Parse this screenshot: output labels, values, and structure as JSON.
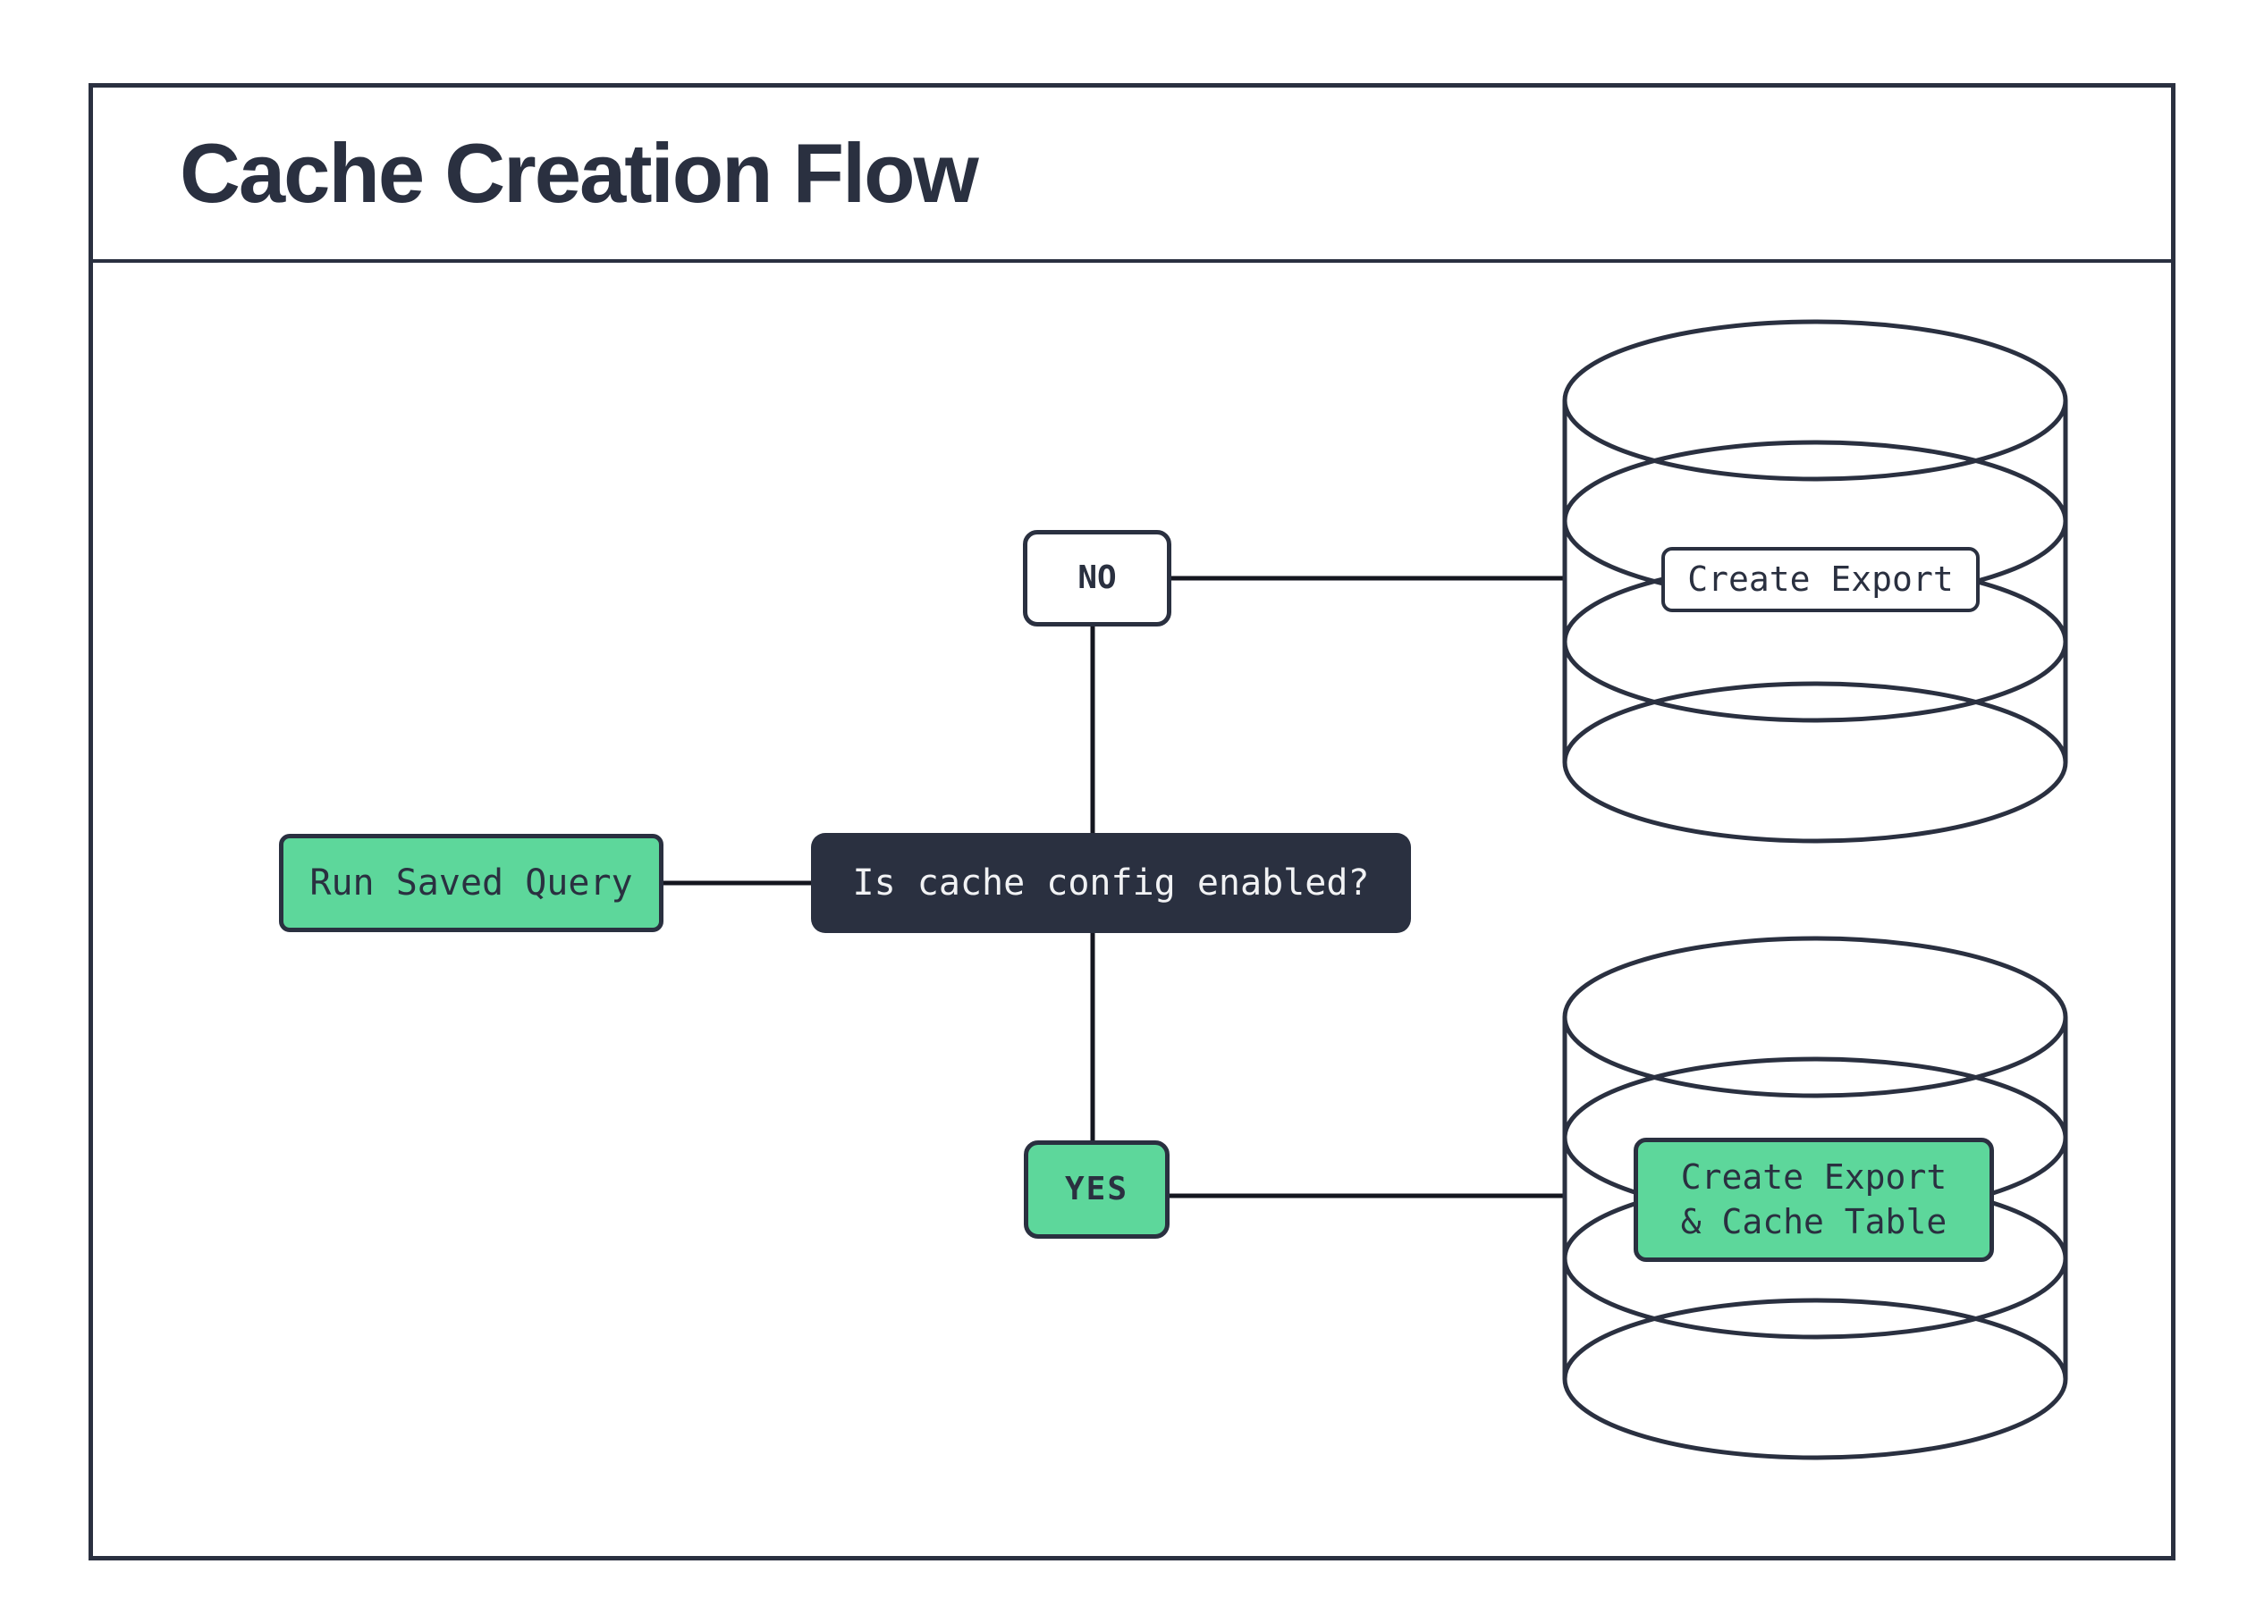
{
  "header": {
    "title": "Cache Creation Flow"
  },
  "colors": {
    "ink": "#2a3040",
    "green": "#5dd79b",
    "paper": "#ffffff",
    "decision_text": "#f1f2f4"
  },
  "flowchart": {
    "nodes": {
      "start": {
        "label": "Run Saved Query"
      },
      "decision": {
        "label": "Is cache config enabled?"
      },
      "branch_no": {
        "label": "NO"
      },
      "branch_yes": {
        "label": "YES"
      },
      "db_export": {
        "icon": "database-icon",
        "label": "Create Export"
      },
      "db_export_cache": {
        "icon": "database-icon",
        "label": "Create Export\n& Cache Table"
      }
    },
    "edges": [
      {
        "from": "start",
        "to": "decision"
      },
      {
        "from": "branch_no",
        "to": "decision"
      },
      {
        "from": "decision",
        "to": "branch_yes"
      },
      {
        "from": "branch_no",
        "to": "db_export"
      },
      {
        "from": "branch_yes",
        "to": "db_export_cache"
      }
    ]
  }
}
